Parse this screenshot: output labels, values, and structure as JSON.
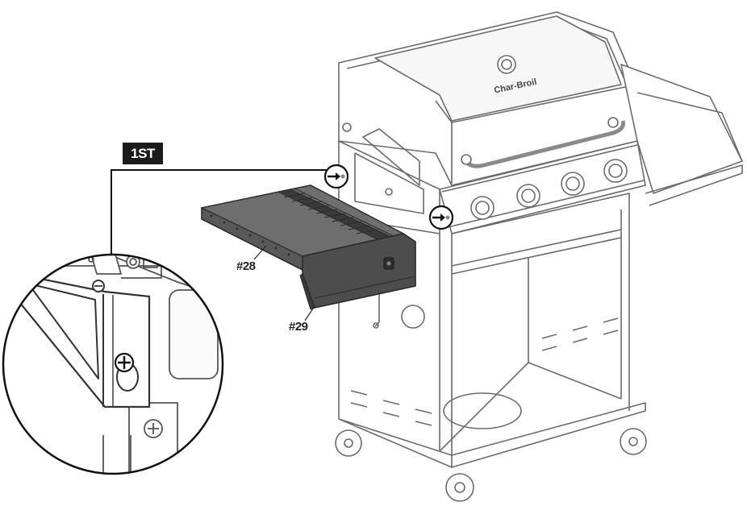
{
  "step_label": "1ST",
  "parts": {
    "side_shelf": "#28",
    "shelf_panel": "#29"
  },
  "grill_brand": "Char-Broil",
  "colors": {
    "line": "#555555",
    "highlight_part": "#4d4d4d",
    "badge_bg": "#1a1a1a",
    "badge_text": "#ffffff"
  },
  "icons": [
    "screw-icon",
    "screw-icon",
    "screw-detail-icon",
    "bolt-icon"
  ]
}
